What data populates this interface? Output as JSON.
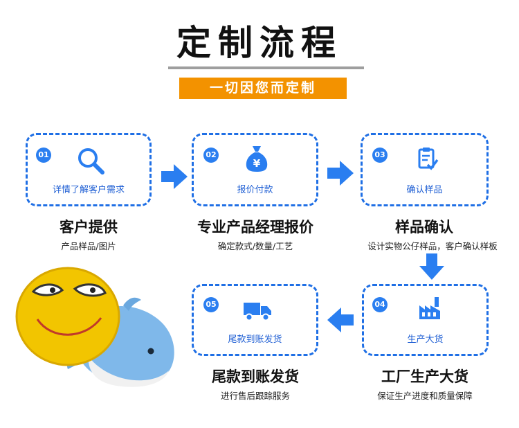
{
  "header": {
    "title": "定制流程",
    "subtitle": "一切因您而定制"
  },
  "steps": [
    {
      "num": "01",
      "icon": "magnifier-icon",
      "box_label": "详情了解客户需求",
      "title": "客户提供",
      "desc": "产品样品/图片"
    },
    {
      "num": "02",
      "icon": "money-bag-icon",
      "box_label": "报价付款",
      "title": "专业产品经理报价",
      "desc": "确定款式/数量/工艺"
    },
    {
      "num": "03",
      "icon": "clipboard-check-icon",
      "box_label": "确认样品",
      "title": "样品确认",
      "desc": "设计实物公仔样品，客户确认样板"
    },
    {
      "num": "04",
      "icon": "factory-icon",
      "box_label": "生产大货",
      "title": "工厂生产大货",
      "desc": "保证生产进度和质量保障"
    },
    {
      "num": "05",
      "icon": "delivery-truck-icon",
      "box_label": "尾款到账发货",
      "title": "尾款到账发货",
      "desc": "进行售后跟踪服务"
    }
  ],
  "colors": {
    "accent_blue": "#1f6fe5",
    "banner_orange": "#f39200"
  }
}
